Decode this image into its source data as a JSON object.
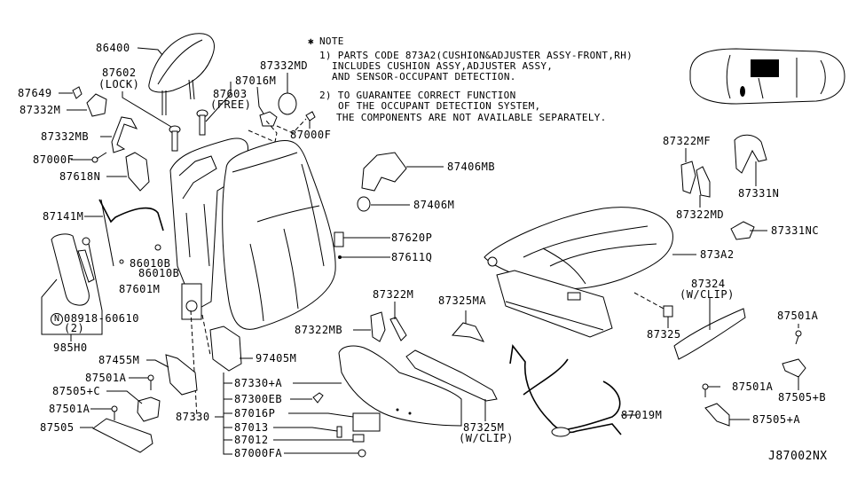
{
  "diagram": {
    "title": "Front Seat Assembly Parts Diagram",
    "figure_code": "J87002NX",
    "note": {
      "header": "NOTE",
      "marker": "✱",
      "lines": [
        "1) PARTS CODE 873A2(CUSHION&ADJUSTER ASSY-FRONT,RH)",
        "INCLUDES CUSHION ASSY,ADJUSTER ASSY,",
        "AND SENSOR-OCCUPANT DETECTION.",
        "2) TO GUARANTEE CORRECT FUNCTION",
        "OF THE OCCUPANT DETECTION SYSTEM,",
        "THE COMPONENTS ARE NOT AVAILABLE SEPARATELY."
      ]
    },
    "labels": {
      "p86400": "86400",
      "p87602": "87602",
      "p87602_note": "(LOCK)",
      "p87603": "87603",
      "p87603_note": "(FREE)",
      "p87649": "87649",
      "p87332M": "87332M",
      "p87332MB": "87332MB",
      "p87000F_left": "87000F",
      "p87618N": "87618N",
      "p87016M": "87016M",
      "p87332MD": "87332MD",
      "p87000F_top": "87000F",
      "p87141M": "87141M",
      "p86010B_a": "86010B",
      "p86010B_b": "86010B",
      "p87601M": "87601M",
      "p08918": "08918-60610",
      "p08918_circle": "N",
      "p08918_qty": "(2)",
      "p985H0": "985H0",
      "p87406MB": "87406MB",
      "p87406M": "87406M",
      "p87620P": "87620P",
      "p87611Q": "87611Q",
      "p87322M": "87322M",
      "p87322MB": "87322MB",
      "p87325MA": "87325MA",
      "p87455M": "87455M",
      "p97405M": "97405M",
      "p87501A_1": "87501A",
      "p87505C": "87505+C",
      "p87501A_2": "87501A",
      "p87505": "87505",
      "p87330": "87330",
      "p87330A": "87330+A",
      "p87300EB": "87300EB",
      "p87016P": "87016P",
      "p87013": "87013",
      "p87012": "87012",
      "p87000FA": "87000FA",
      "p87325M": "87325M",
      "p87325M_note": "(W/CLIP)",
      "p87019M": "87019M",
      "p87322MF": "87322MF",
      "p87331N": "87331N",
      "p87322MD": "87322MD",
      "p87331NC": "87331NC",
      "p873A2": "873A2",
      "p87324": "87324",
      "p87324_note": "(W/CLIP)",
      "p87325": "87325",
      "p87501A_3": "87501A",
      "p87505B": "87505+B",
      "p87501A_4": "87501A",
      "p87505A": "87505+A"
    },
    "colors": {
      "line": "#000000",
      "background": "#ffffff",
      "highlight": "#000000"
    }
  }
}
